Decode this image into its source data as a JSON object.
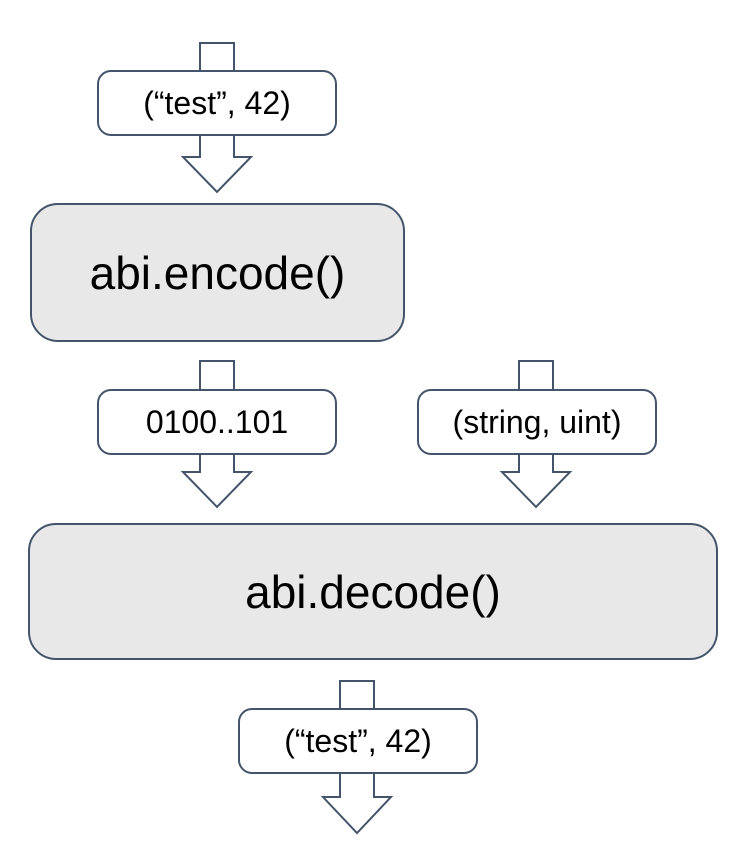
{
  "diagram": {
    "nodes": {
      "input": "(“test”, 42)",
      "encode": "abi.encode()",
      "encoded_bytes": "0100..101",
      "types": "(string, uint)",
      "decode": "abi.decode()",
      "output": "(“test”, 42)"
    },
    "colors": {
      "border": "#44546A",
      "process_fill": "#E8E8E8",
      "label_fill": "#FFFFFF",
      "text": "#000000",
      "background": "#FFFFFF"
    }
  }
}
